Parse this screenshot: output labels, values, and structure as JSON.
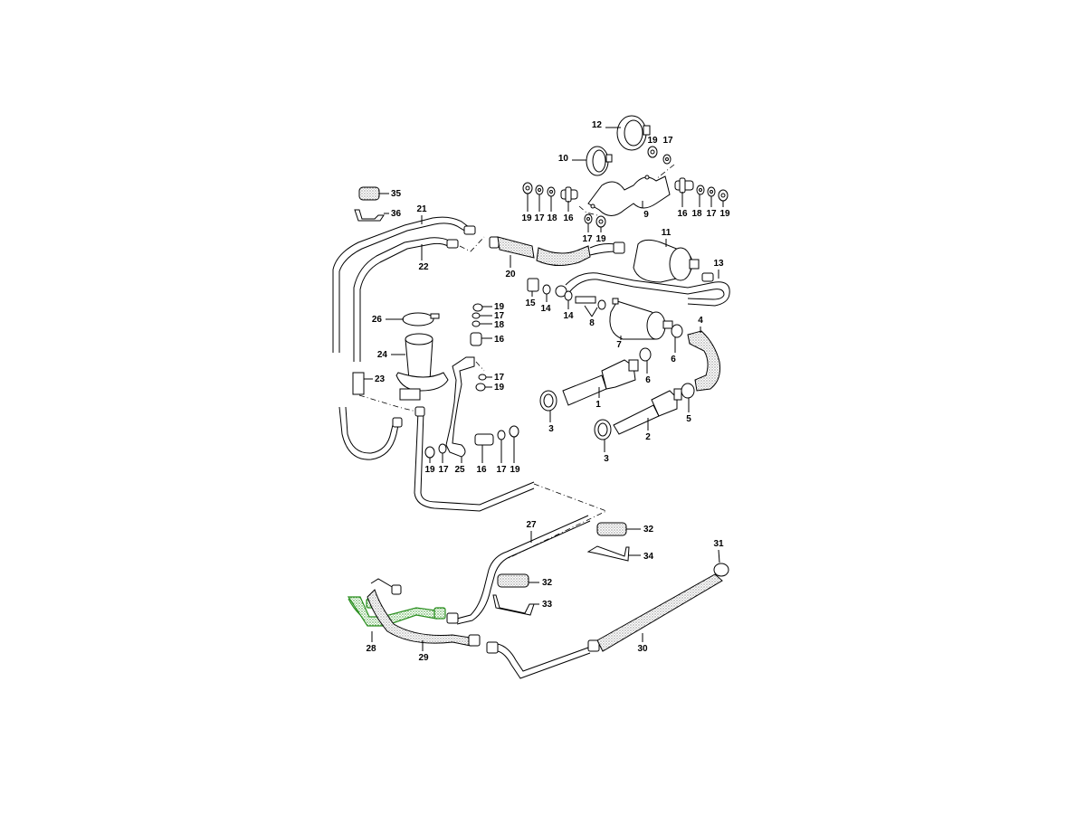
{
  "diagram": {
    "title": "Fuel system exploded parts diagram",
    "highlight_color": "#2a8f1f",
    "highlighted_part": "28",
    "callouts": [
      {
        "id": "c12",
        "label": "12"
      },
      {
        "id": "c10",
        "label": "10"
      },
      {
        "id": "c19a",
        "label": "19"
      },
      {
        "id": "c17a",
        "label": "17"
      },
      {
        "id": "c35",
        "label": "35"
      },
      {
        "id": "c36",
        "label": "36"
      },
      {
        "id": "c19b",
        "label": "19"
      },
      {
        "id": "c17b",
        "label": "17"
      },
      {
        "id": "c18b",
        "label": "18"
      },
      {
        "id": "c16b",
        "label": "16"
      },
      {
        "id": "c17c",
        "label": "17"
      },
      {
        "id": "c19c",
        "label": "19"
      },
      {
        "id": "c9",
        "label": "9"
      },
      {
        "id": "c16c",
        "label": "16"
      },
      {
        "id": "c18c",
        "label": "18"
      },
      {
        "id": "c17d",
        "label": "17"
      },
      {
        "id": "c19d",
        "label": "19"
      },
      {
        "id": "c21",
        "label": "21"
      },
      {
        "id": "c22",
        "label": "22"
      },
      {
        "id": "c20",
        "label": "20"
      },
      {
        "id": "c11",
        "label": "11"
      },
      {
        "id": "c13",
        "label": "13"
      },
      {
        "id": "c15",
        "label": "15"
      },
      {
        "id": "c14a",
        "label": "14"
      },
      {
        "id": "c14b",
        "label": "14"
      },
      {
        "id": "c8",
        "label": "8"
      },
      {
        "id": "c4",
        "label": "4"
      },
      {
        "id": "c26",
        "label": "26"
      },
      {
        "id": "c19e",
        "label": "19"
      },
      {
        "id": "c17e",
        "label": "17"
      },
      {
        "id": "c18e",
        "label": "18"
      },
      {
        "id": "c16e",
        "label": "16"
      },
      {
        "id": "c24",
        "label": "24"
      },
      {
        "id": "c7",
        "label": "7"
      },
      {
        "id": "c6a",
        "label": "6"
      },
      {
        "id": "c23",
        "label": "23"
      },
      {
        "id": "c17f",
        "label": "17"
      },
      {
        "id": "c19f",
        "label": "19"
      },
      {
        "id": "c6b",
        "label": "6"
      },
      {
        "id": "c1",
        "label": "1"
      },
      {
        "id": "c3a",
        "label": "3"
      },
      {
        "id": "c5",
        "label": "5"
      },
      {
        "id": "c2",
        "label": "2"
      },
      {
        "id": "c3b",
        "label": "3"
      },
      {
        "id": "c19g",
        "label": "19"
      },
      {
        "id": "c17g",
        "label": "17"
      },
      {
        "id": "c25",
        "label": "25"
      },
      {
        "id": "c16g",
        "label": "16"
      },
      {
        "id": "c17h",
        "label": "17"
      },
      {
        "id": "c19h",
        "label": "19"
      },
      {
        "id": "c27",
        "label": "27"
      },
      {
        "id": "c32a",
        "label": "32"
      },
      {
        "id": "c34",
        "label": "34"
      },
      {
        "id": "c31",
        "label": "31"
      },
      {
        "id": "c32b",
        "label": "32"
      },
      {
        "id": "c33",
        "label": "33"
      },
      {
        "id": "c28",
        "label": "28"
      },
      {
        "id": "c29",
        "label": "29"
      },
      {
        "id": "c30",
        "label": "30"
      }
    ]
  }
}
